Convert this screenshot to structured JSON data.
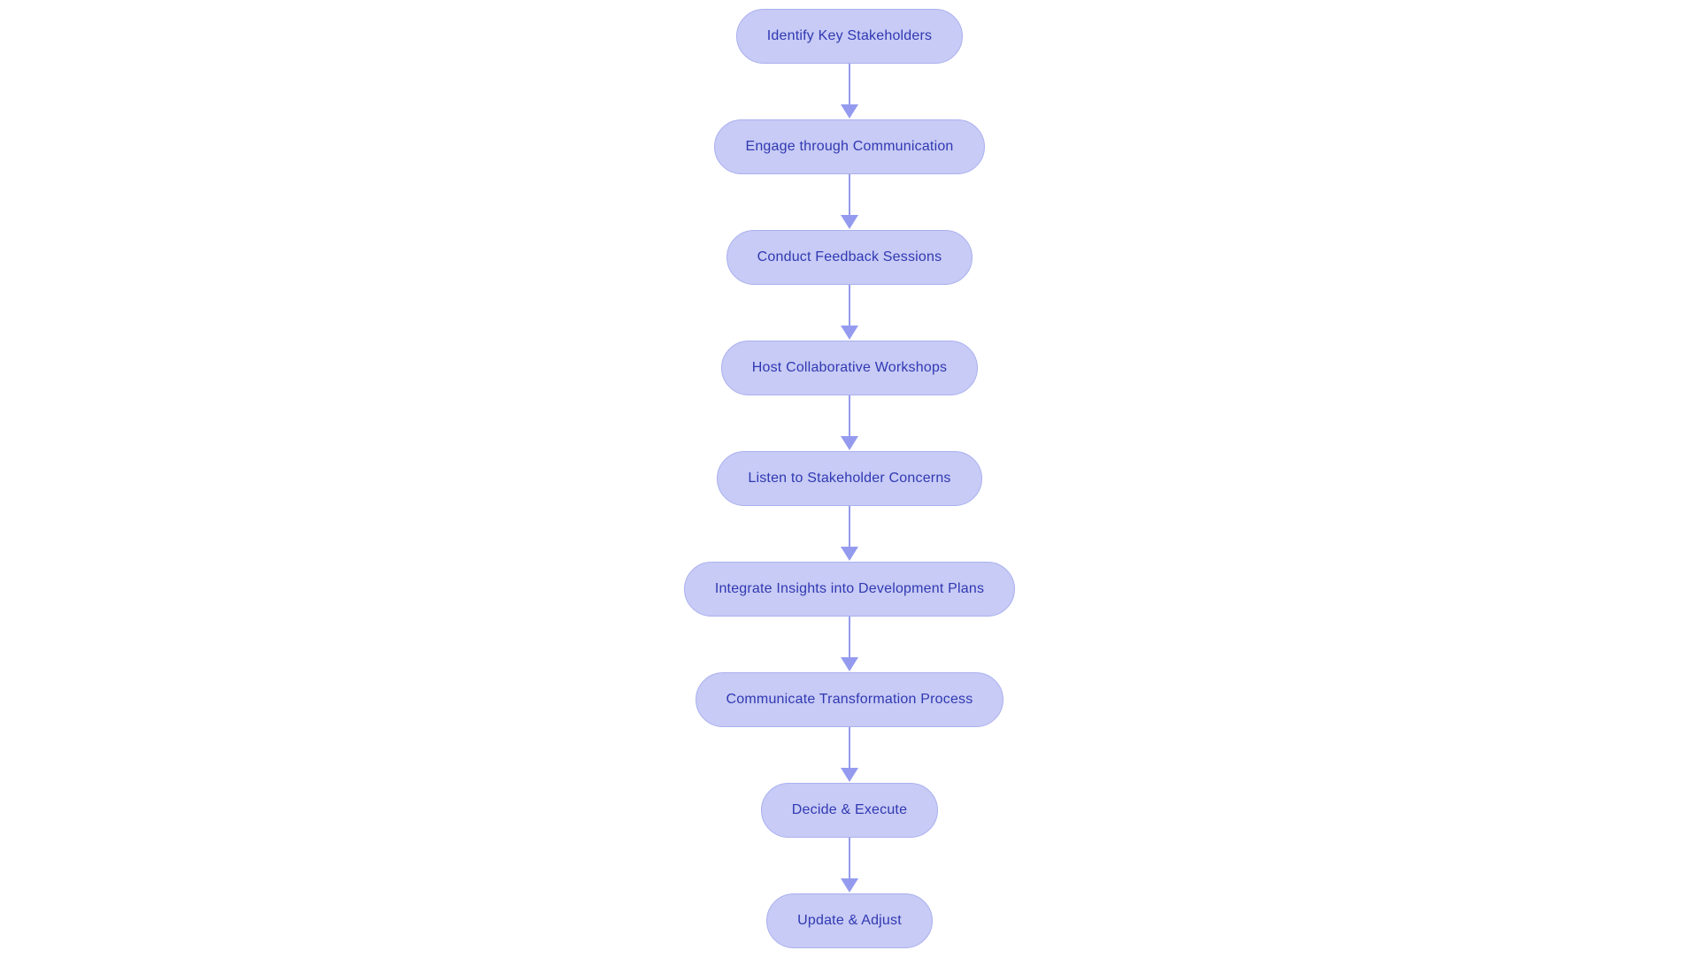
{
  "flowchart": {
    "colors": {
      "background": "#ffffff",
      "node-fill": "#c7cbf5",
      "node-border": "#aab0ef",
      "node-text": "#3138b2",
      "arrow": "#949bef"
    },
    "nodes": [
      {
        "label": "Identify Key Stakeholders"
      },
      {
        "label": "Engage through Communication"
      },
      {
        "label": "Conduct Feedback Sessions"
      },
      {
        "label": "Host Collaborative Workshops"
      },
      {
        "label": "Listen to Stakeholder Concerns"
      },
      {
        "label": "Integrate Insights into Development Plans"
      },
      {
        "label": "Communicate Transformation Process"
      },
      {
        "label": "Decide & Execute"
      },
      {
        "label": "Update & Adjust"
      }
    ]
  }
}
